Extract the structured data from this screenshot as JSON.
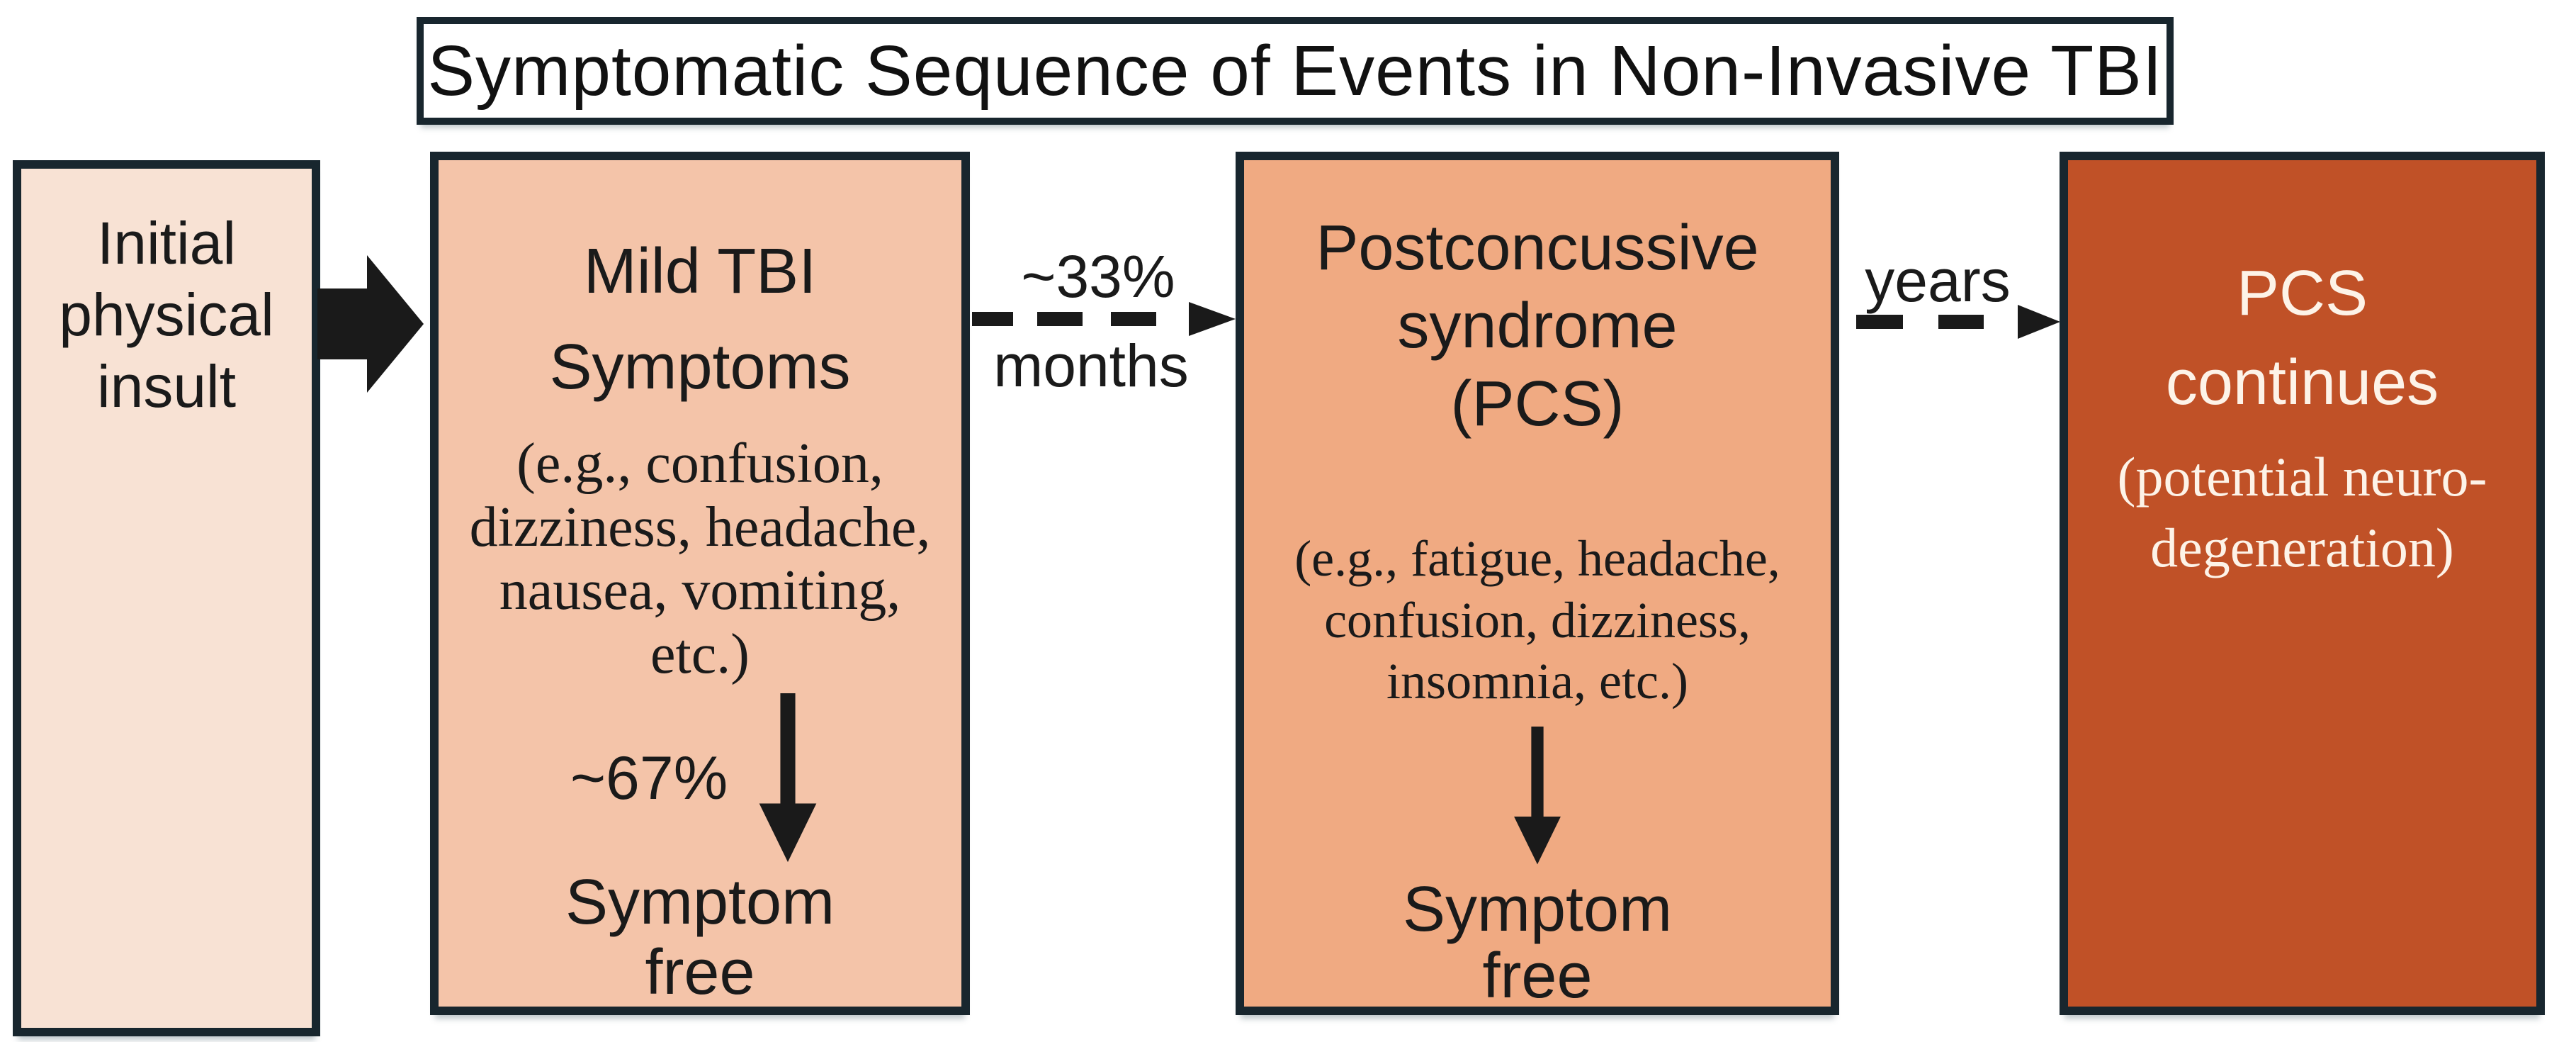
{
  "figure": {
    "title": "Symptomatic Sequence of Events in Non-Invasive TBI"
  },
  "boxes": {
    "initial": {
      "label": "Initial\nphysical\ninsult"
    },
    "mild_tbi": {
      "heading": "Mild TBI\nSymptoms",
      "examples": "(e.g., confusion,\ndizziness, headache,\nnausea, vomiting,\netc.)",
      "branch_label": "~67%",
      "outcome": "Symptom\nfree"
    },
    "pcs": {
      "heading": "Postconcussive\nsyndrome\n(PCS)",
      "examples": "(e.g., fatigue, headache,\nconfusion, dizziness,\ninsomnia, etc.)",
      "outcome": "Symptom\nfree"
    },
    "pcs_continues": {
      "heading": "PCS\ncontinues",
      "subtext": "(potential neuro-\ndegeneration)"
    }
  },
  "arrows": {
    "mild_to_pcs": {
      "label_top": "~33%",
      "label_bottom": "months"
    },
    "pcs_to_continues": {
      "label_top": "years"
    }
  },
  "colors": {
    "border": "#18262e",
    "box1": "#f8e2d4",
    "box2": "#f4c4a9",
    "box3": "#f0aa82",
    "box4": "#c05127",
    "box4Text": "#fdf3e8",
    "ink": "#1a1a1a"
  }
}
